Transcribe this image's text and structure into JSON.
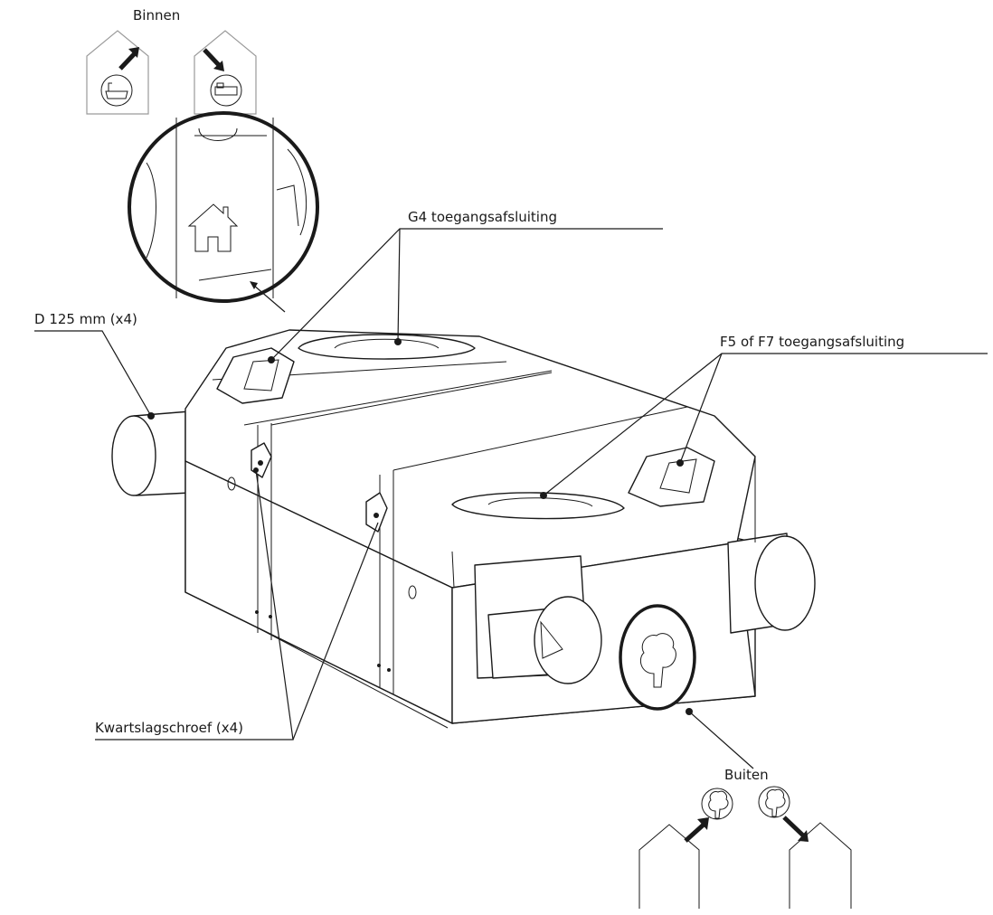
{
  "labels": {
    "binnen": "Binnen",
    "g4": "G4 toegangsafsluiting",
    "d125": "D 125 mm (x4)",
    "f5f7": "F5 of F7 toegangsafsluiting",
    "kwartslag": "Kwartslagschroef (x4)",
    "buiten": "Buiten"
  },
  "icons": [
    "house-icon",
    "tree-icon",
    "bath-icon",
    "bed-icon",
    "arrow-icon"
  ]
}
